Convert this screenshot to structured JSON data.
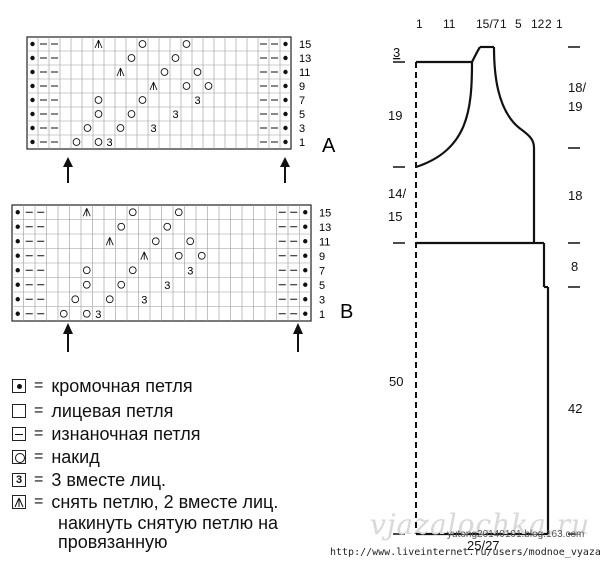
{
  "chart_a": {
    "label": "A",
    "row_numbers": [
      "15",
      "13",
      "11",
      "9",
      "7",
      "5",
      "3",
      "1"
    ]
  },
  "chart_b": {
    "label": "B",
    "row_numbers": [
      "15",
      "13",
      "11",
      "9",
      "7",
      "5",
      "3",
      "1"
    ]
  },
  "stitch_symbols": {
    "dec_3": "3"
  },
  "legend": [
    {
      "icon": "edge-stitch-icon",
      "eq": "=",
      "text": "кромочная петля"
    },
    {
      "icon": "knit-stitch-icon",
      "eq": "=",
      "text": "лицевая петля"
    },
    {
      "icon": "purl-stitch-icon",
      "eq": "=",
      "text": "изнаночная петля"
    },
    {
      "icon": "yarn-over-icon",
      "eq": "=",
      "text": "накид"
    },
    {
      "icon": "three-together-icon",
      "eq": "=",
      "text": "3 вместе лиц.",
      "symbol": "3"
    },
    {
      "icon": "slip-decrease-icon",
      "eq": "=",
      "text": "снять петлю, 2 вместе лиц."
    }
  ],
  "legend_continuation": [
    "накинуть снятую петлю на",
    "провязанную"
  ],
  "pattern": {
    "top_widths": [
      "1",
      "11",
      "15/7",
      "1",
      "5",
      "12",
      "2",
      "1"
    ],
    "left_measures": [
      "3",
      "19",
      "14/",
      "15",
      "50"
    ],
    "right_measures": [
      "18/",
      "19",
      "18",
      "8",
      "42"
    ],
    "bottom_width": "25/27"
  },
  "footer": {
    "url": "http://www.liveinternet.ru/users/modnoe_vyazanie/",
    "watermark": "vjazalochka.ru",
    "credit": "yutong20140101.blog.163.com"
  },
  "colors": {
    "ink": "#111111",
    "watermark": "#d8d8d8"
  }
}
